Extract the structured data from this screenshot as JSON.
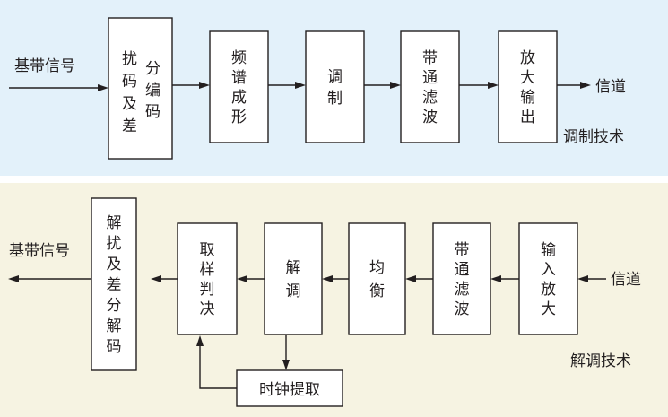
{
  "modulation": {
    "input_label": "基带信号",
    "blocks": [
      {
        "label": "扰码及差分编码"
      },
      {
        "label": "频谱成形"
      },
      {
        "label": "调制"
      },
      {
        "label": "带通滤波"
      },
      {
        "label": "放大输出"
      }
    ],
    "output_label": "信道",
    "caption": "调制技术"
  },
  "demodulation": {
    "input_label": "信道",
    "blocks": [
      {
        "label": "输入放大"
      },
      {
        "label": "带通滤波"
      },
      {
        "label": "均衡"
      },
      {
        "label": "解调"
      },
      {
        "label": "取样判决"
      },
      {
        "label": "解扰及差分解码"
      }
    ],
    "clock_block": {
      "label": "时钟提取"
    },
    "output_label": "基带信号",
    "caption": "解调技术"
  }
}
